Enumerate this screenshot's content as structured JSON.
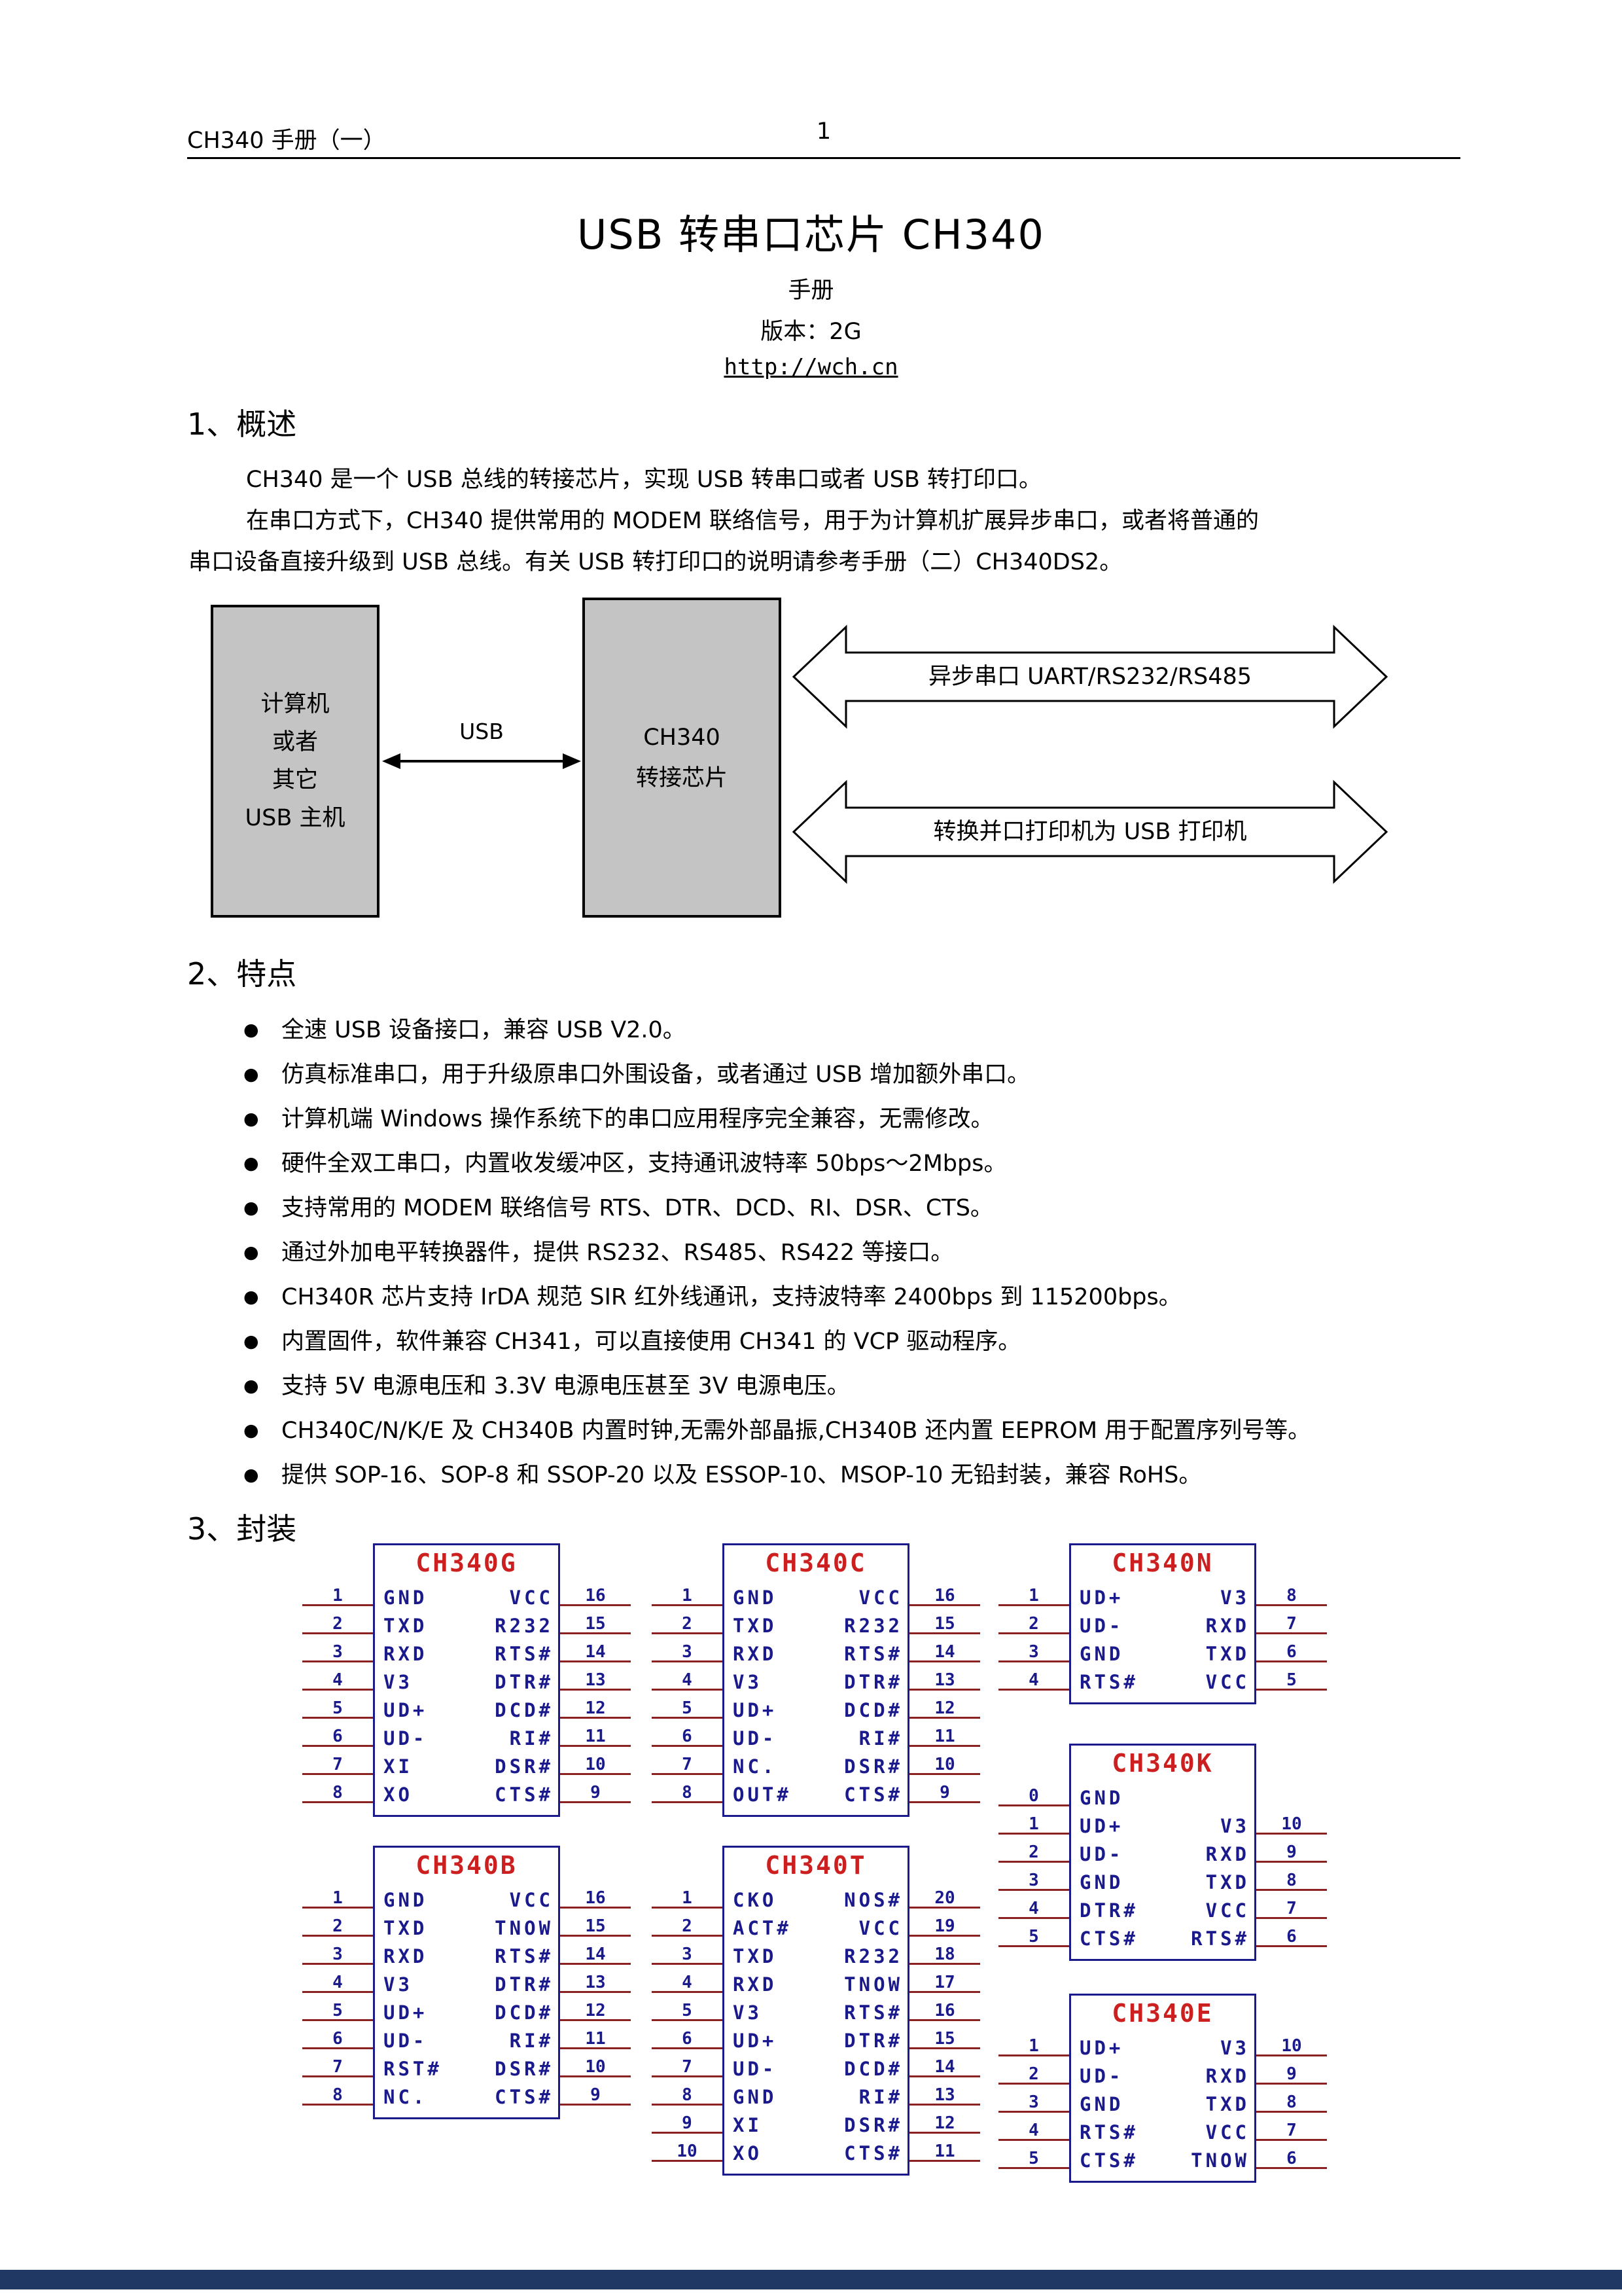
{
  "header": {
    "left": "CH340 手册（一）",
    "page_number": "1"
  },
  "title_block": {
    "title": "USB 转串口芯片 CH340",
    "subtitle": "手册",
    "version": "版本：2G",
    "link": "http://wch.cn"
  },
  "overview": {
    "heading": "1、概述",
    "lines": [
      "CH340 是一个 USB 总线的转接芯片，实现 USB 转串口或者 USB 转打印口。",
      "在串口方式下，CH340 提供常用的 MODEM 联络信号，用于为计算机扩展异步串口，或者将普通的",
      "串口设备直接升级到 USB 总线。有关 USB 转打印口的说明请参考手册（二）CH340DS2。"
    ]
  },
  "diagram": {
    "host_box": [
      "计算机",
      "或者",
      "其它",
      "USB 主机"
    ],
    "usb_label": "USB",
    "chip_box": [
      "CH340",
      "转接芯片"
    ],
    "arrow1_label": "异步串口 UART/RS232/RS485",
    "arrow2_label": "转换并口打印机为 USB 打印机"
  },
  "features": {
    "heading": "2、特点",
    "items": [
      "全速 USB 设备接口，兼容 USB V2.0。",
      "仿真标准串口，用于升级原串口外围设备，或者通过 USB 增加额外串口。",
      "计算机端 Windows 操作系统下的串口应用程序完全兼容，无需修改。",
      "硬件全双工串口，内置收发缓冲区，支持通讯波特率 50bps～2Mbps。",
      "支持常用的 MODEM 联络信号 RTS、DTR、DCD、RI、DSR、CTS。",
      "通过外加电平转换器件，提供 RS232、RS485、RS422 等接口。",
      "CH340R 芯片支持 IrDA 规范 SIR 红外线通讯，支持波特率 2400bps 到 115200bps。",
      "内置固件，软件兼容 CH341，可以直接使用 CH341 的 VCP 驱动程序。",
      "支持 5V 电源电压和 3.3V 电源电压甚至 3V 电源电压。",
      "CH340C/N/K/E 及 CH340B 内置时钟,无需外部晶振,CH340B 还内置 EEPROM 用于配置序列号等。",
      "提供 SOP-16、SOP-8 和 SSOP-20 以及 ESSOP-10、MSOP-10 无铅封装，兼容 RoHS。"
    ]
  },
  "packages": {
    "heading": "3、封装",
    "chips": [
      {
        "name": "CH340G",
        "rows": [
          {
            "ln": "1",
            "ll": "GND",
            "rl": "VCC",
            "rn": "16"
          },
          {
            "ln": "2",
            "ll": "TXD",
            "rl": "R232",
            "rn": "15"
          },
          {
            "ln": "3",
            "ll": "RXD",
            "rl": "RTS#",
            "rn": "14"
          },
          {
            "ln": "4",
            "ll": "V3",
            "rl": "DTR#",
            "rn": "13"
          },
          {
            "ln": "5",
            "ll": "UD+",
            "rl": "DCD#",
            "rn": "12"
          },
          {
            "ln": "6",
            "ll": "UD-",
            "rl": "RI#",
            "rn": "11"
          },
          {
            "ln": "7",
            "ll": "XI",
            "rl": "DSR#",
            "rn": "10"
          },
          {
            "ln": "8",
            "ll": "XO",
            "rl": "CTS#",
            "rn": "9"
          }
        ]
      },
      {
        "name": "CH340C",
        "rows": [
          {
            "ln": "1",
            "ll": "GND",
            "rl": "VCC",
            "rn": "16"
          },
          {
            "ln": "2",
            "ll": "TXD",
            "rl": "R232",
            "rn": "15"
          },
          {
            "ln": "3",
            "ll": "RXD",
            "rl": "RTS#",
            "rn": "14"
          },
          {
            "ln": "4",
            "ll": "V3",
            "rl": "DTR#",
            "rn": "13"
          },
          {
            "ln": "5",
            "ll": "UD+",
            "rl": "DCD#",
            "rn": "12"
          },
          {
            "ln": "6",
            "ll": "UD-",
            "rl": "RI#",
            "rn": "11"
          },
          {
            "ln": "7",
            "ll": "NC.",
            "rl": "DSR#",
            "rn": "10"
          },
          {
            "ln": "8",
            "ll": "OUT#",
            "rl": "CTS#",
            "rn": "9"
          }
        ]
      },
      {
        "name": "CH340N",
        "rows": [
          {
            "ln": "1",
            "ll": "UD+",
            "rl": "V3",
            "rn": "8"
          },
          {
            "ln": "2",
            "ll": "UD-",
            "rl": "RXD",
            "rn": "7"
          },
          {
            "ln": "3",
            "ll": "GND",
            "rl": "TXD",
            "rn": "6"
          },
          {
            "ln": "4",
            "ll": "RTS#",
            "rl": "VCC",
            "rn": "5"
          }
        ]
      },
      {
        "name": "CH340B",
        "rows": [
          {
            "ln": "1",
            "ll": "GND",
            "rl": "VCC",
            "rn": "16"
          },
          {
            "ln": "2",
            "ll": "TXD",
            "rl": "TNOW",
            "rn": "15"
          },
          {
            "ln": "3",
            "ll": "RXD",
            "rl": "RTS#",
            "rn": "14"
          },
          {
            "ln": "4",
            "ll": "V3",
            "rl": "DTR#",
            "rn": "13"
          },
          {
            "ln": "5",
            "ll": "UD+",
            "rl": "DCD#",
            "rn": "12"
          },
          {
            "ln": "6",
            "ll": "UD-",
            "rl": "RI#",
            "rn": "11"
          },
          {
            "ln": "7",
            "ll": "RST#",
            "rl": "DSR#",
            "rn": "10"
          },
          {
            "ln": "8",
            "ll": "NC.",
            "rl": "CTS#",
            "rn": "9"
          }
        ]
      },
      {
        "name": "CH340T",
        "rows": [
          {
            "ln": "1",
            "ll": "CKO",
            "rl": "NOS#",
            "rn": "20"
          },
          {
            "ln": "2",
            "ll": "ACT#",
            "rl": "VCC",
            "rn": "19"
          },
          {
            "ln": "3",
            "ll": "TXD",
            "rl": "R232",
            "rn": "18"
          },
          {
            "ln": "4",
            "ll": "RXD",
            "rl": "TNOW",
            "rn": "17"
          },
          {
            "ln": "5",
            "ll": "V3",
            "rl": "RTS#",
            "rn": "16"
          },
          {
            "ln": "6",
            "ll": "UD+",
            "rl": "DTR#",
            "rn": "15"
          },
          {
            "ln": "7",
            "ll": "UD-",
            "rl": "DCD#",
            "rn": "14"
          },
          {
            "ln": "8",
            "ll": "GND",
            "rl": "RI#",
            "rn": "13"
          },
          {
            "ln": "9",
            "ll": "XI",
            "rl": "DSR#",
            "rn": "12"
          },
          {
            "ln": "10",
            "ll": "XO",
            "rl": "CTS#",
            "rn": "11"
          }
        ]
      },
      {
        "name": "CH340K",
        "rows": [
          {
            "ln": "0",
            "ll": "GND",
            "rl": null,
            "rn": null
          },
          {
            "ln": "1",
            "ll": "UD+",
            "rl": "V3",
            "rn": "10"
          },
          {
            "ln": "2",
            "ll": "UD-",
            "rl": "RXD",
            "rn": "9"
          },
          {
            "ln": "3",
            "ll": "GND",
            "rl": "TXD",
            "rn": "8"
          },
          {
            "ln": "4",
            "ll": "DTR#",
            "rl": "VCC",
            "rn": "7"
          },
          {
            "ln": "5",
            "ll": "CTS#",
            "rl": "RTS#",
            "rn": "6"
          }
        ]
      },
      {
        "name": "CH340E",
        "rows": [
          {
            "ln": "1",
            "ll": "UD+",
            "rl": "V3",
            "rn": "10"
          },
          {
            "ln": "2",
            "ll": "UD-",
            "rl": "RXD",
            "rn": "9"
          },
          {
            "ln": "3",
            "ll": "GND",
            "rl": "TXD",
            "rn": "8"
          },
          {
            "ln": "4",
            "ll": "RTS#",
            "rl": "VCC",
            "rn": "7"
          },
          {
            "ln": "5",
            "ll": "CTS#",
            "rl": "TNOW",
            "rn": "6"
          }
        ]
      }
    ]
  },
  "colors": {
    "chip_name": "#cc2020",
    "pin_text": "#1a1a8c",
    "pin_line": "#8b2222",
    "footer_bar": "#203864",
    "box_fill": "#c4c4c4"
  }
}
